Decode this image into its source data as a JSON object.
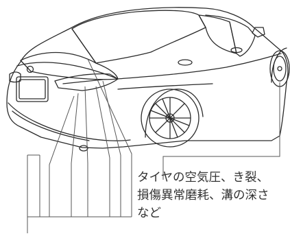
{
  "callout": {
    "lines": [
      "タイヤの空気圧、き裂、",
      "損傷異常磨耗、溝の深さ",
      "など"
    ]
  }
}
